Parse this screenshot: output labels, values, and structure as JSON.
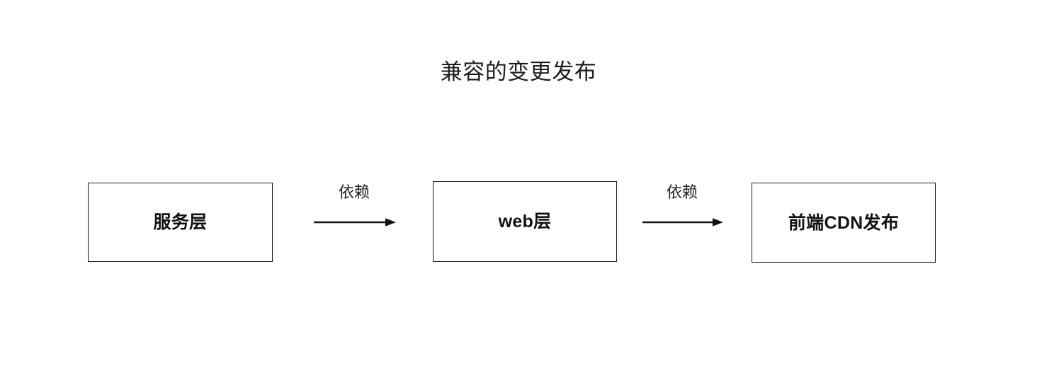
{
  "diagram": {
    "title": "兼容的变更发布",
    "type": "flow",
    "orientation": "left-to-right",
    "background_color": "#ffffff",
    "stroke_color": "#1a1a1a",
    "text_color": "#1d1d1d",
    "nodes": [
      {
        "id": "service",
        "label": "服务层"
      },
      {
        "id": "web",
        "label": "web层"
      },
      {
        "id": "cdn",
        "label": "前端CDN发布"
      }
    ],
    "edges": [
      {
        "id": "edge-1",
        "from": "service",
        "to": "web",
        "label": "依赖",
        "arrowhead": "solid-triangle"
      },
      {
        "id": "edge-2",
        "from": "web",
        "to": "cdn",
        "label": "依赖",
        "arrowhead": "solid-triangle"
      }
    ]
  }
}
